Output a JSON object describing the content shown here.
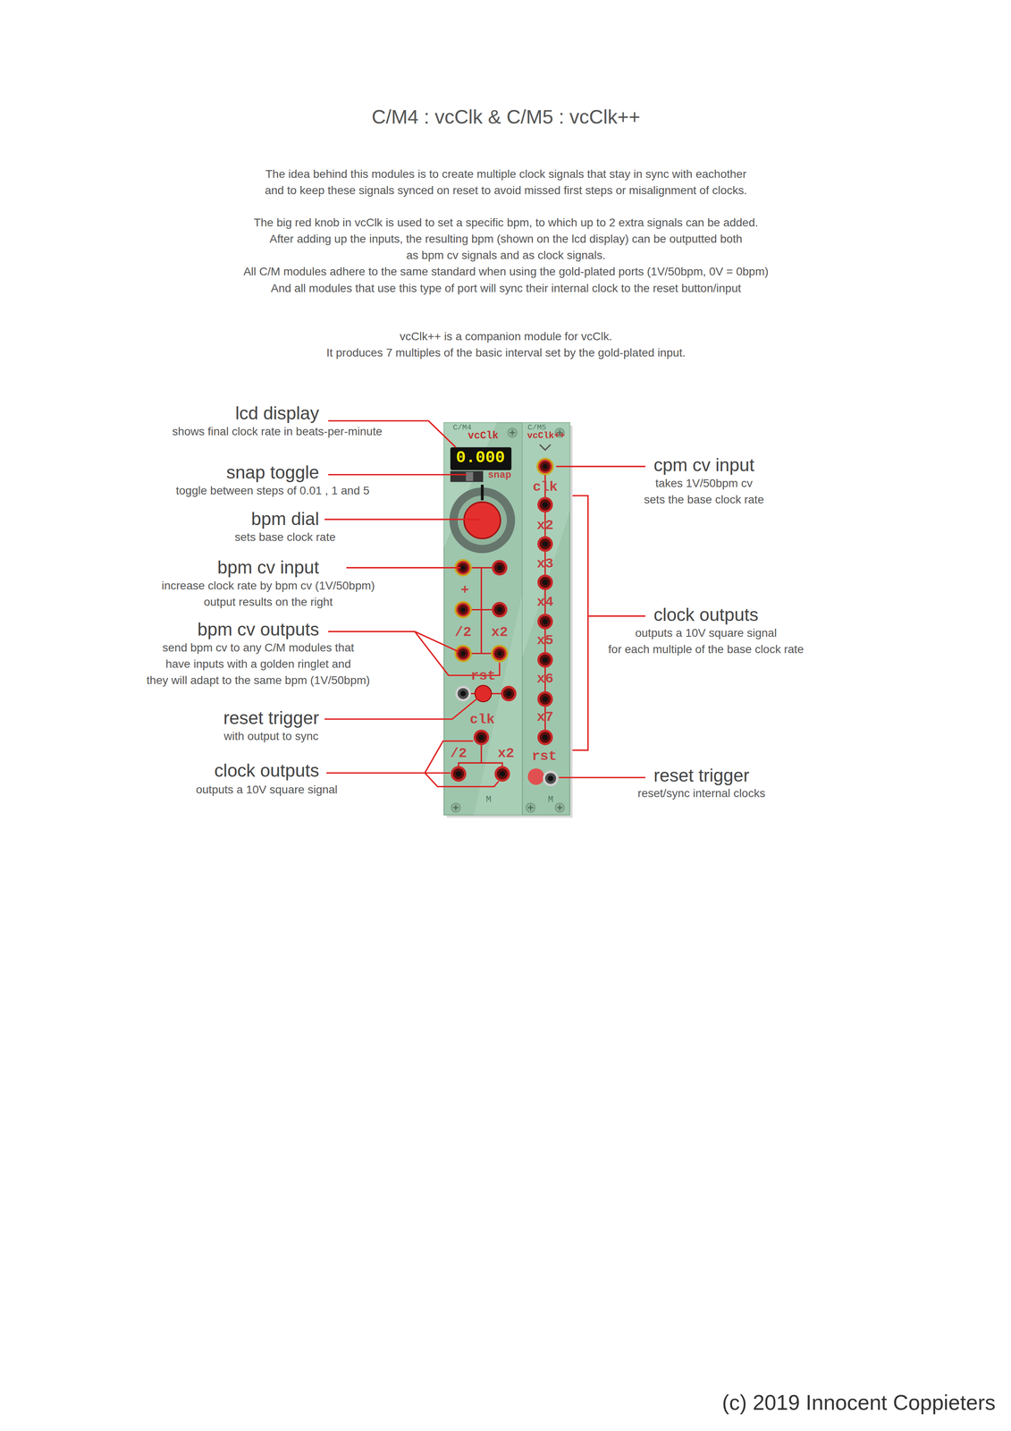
{
  "diagram": {
    "title": "C/M4 : vcClk & C/M5 : vcClk++",
    "nodes": [
      {
        "text": [
          "C/M4",
          "vcClk",
          "0.000",
          "snap",
          "+",
          "/2",
          "x2",
          "rst",
          "clk",
          "/2",
          "x2",
          "M"
        ]
      },
      {
        "text": [
          "C/M5",
          "vcClk++",
          "clk",
          "x2",
          "x3",
          "x4",
          "x5",
          "x6",
          "x7",
          "rst",
          "M"
        ]
      }
    ],
    "labels": [
      "The idea behind this modules is to create multiple clock signals that stay in sync with eachother",
      "and to keep these signals synced on reset to avoid missed first steps or misalignment of clocks.",
      "The big red knob in vcClk is used to set a specific bpm, to which up to 2 extra signals can be added.",
      "After adding up the inputs, the resulting bpm (shown on the lcd display) can be outputted both",
      "as bpm cv signals and as clock signals.",
      "All C/M modules adhere to the same standard when using the gold-plated ports (1V/50bpm, 0V = 0bpm)",
      "And all modules that use this type of port will sync their internal clock to the reset button/input",
      "vcClk++ is a companion module for vcClk.",
      "It produces 7 multiples of the basic interval set by the gold-plated input.",
      "lcd display",
      "shows final clock rate in beats-per-minute",
      "snap toggle",
      "toggle between steps of 0.01 , 1 and 5",
      "bpm dial",
      "sets base clock rate",
      "bpm cv input",
      "increase clock rate by bpm cv (1V/50bpm)",
      "output results on the right",
      "bpm cv outputs",
      "send bpm cv to any C/M modules that",
      "have inputs with a golden ringlet and",
      "they will adapt to the same bpm (1V/50bpm)",
      "reset trigger",
      "with output to sync",
      "clock outputs",
      "outputs a 10V square signal",
      "cpm cv input",
      "takes 1V/50bpm cv",
      "sets the base clock rate",
      "clock outputs",
      "outputs a 10V square signal",
      "for each multiple of the base clock rate",
      "reset trigger",
      "reset/sync internal clocks",
      "(c) 2019 Innocent Coppieters"
    ]
  }
}
